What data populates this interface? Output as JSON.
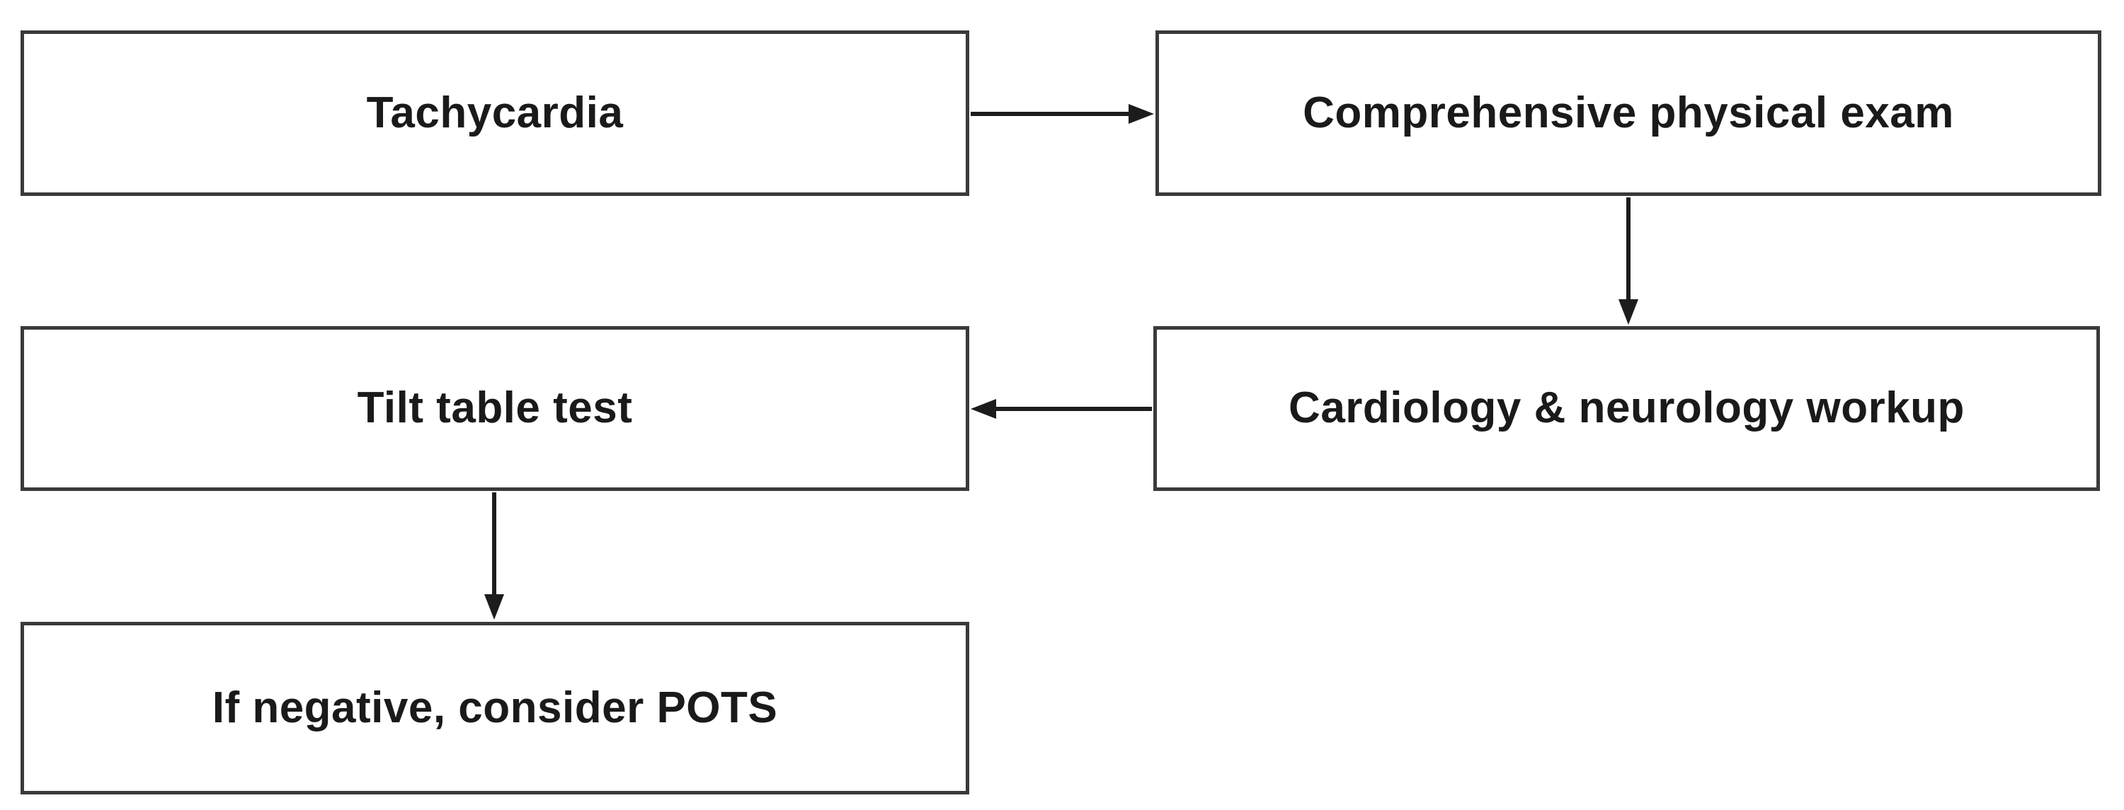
{
  "diagram": {
    "type": "flowchart",
    "nodes": [
      {
        "id": "tachycardia",
        "label": "Tachycardia"
      },
      {
        "id": "physical-exam",
        "label": "Comprehensive physical exam"
      },
      {
        "id": "workup",
        "label": "Cardiology & neurology workup"
      },
      {
        "id": "tilt-table",
        "label": "Tilt table test"
      },
      {
        "id": "pots",
        "label": "If negative, consider POTS"
      }
    ],
    "edges": [
      {
        "from": "tachycardia",
        "to": "physical-exam",
        "direction": "right"
      },
      {
        "from": "physical-exam",
        "to": "workup",
        "direction": "down"
      },
      {
        "from": "workup",
        "to": "tilt-table",
        "direction": "left"
      },
      {
        "from": "tilt-table",
        "to": "pots",
        "direction": "down"
      }
    ],
    "colors": {
      "background": "#ffffff",
      "box_fill": "#ffffff",
      "box_border": "#3a3a3a",
      "text": "#1a1a1a",
      "arrow": "#1c1c1c"
    }
  }
}
